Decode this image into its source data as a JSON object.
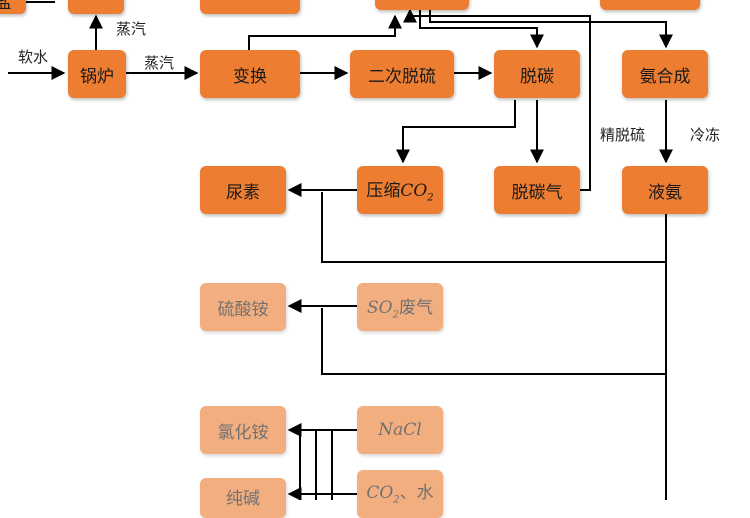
{
  "nodes": {
    "top_left": "盐",
    "boiler": "锅炉",
    "shift": "变换",
    "secondary_desulfurization": "二次脱硫",
    "decarbonization": "脱碳",
    "ammonia_synthesis": "氨合成",
    "urea": "尿素",
    "compressed_co2_prefix": "压缩",
    "compressed_co2_chem": "CO",
    "compressed_co2_sub": "2",
    "decarbonized_gas": "脱碳气",
    "liquid_ammonia": "液氨",
    "ammonium_sulfate": "硫酸铵",
    "so2_waste_chem": "SO",
    "so2_waste_sub": "2",
    "so2_waste_suffix": "废气",
    "ammonium_chloride": "氯化铵",
    "nacl": "NaCl",
    "soda_ash": "纯碱",
    "co2_water_chem": "CO",
    "co2_water_sub": "2",
    "co2_water_suffix": "、水"
  },
  "labels": {
    "soft_water": "软水",
    "steam_up": "蒸汽",
    "steam_right": "蒸汽",
    "fine_desulfurization": "精脱硫",
    "freezing": "冷冻"
  },
  "colors": {
    "box_fill": "#ed7d31",
    "line": "#000000"
  }
}
